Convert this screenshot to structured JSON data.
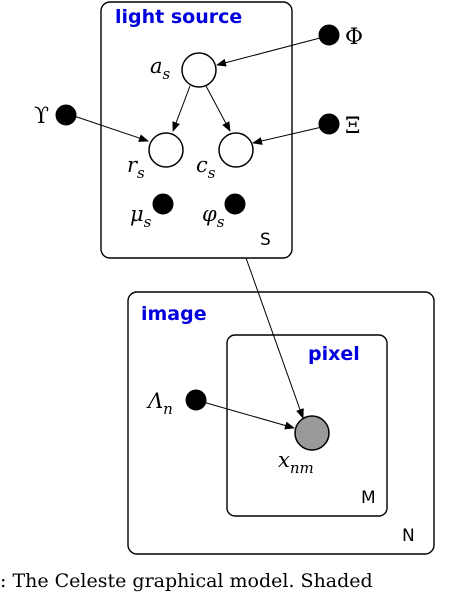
{
  "plates": {
    "light_source": {
      "title": "light source",
      "index": "S"
    },
    "image": {
      "title": "image",
      "index": "N"
    },
    "pixel": {
      "title": "pixel",
      "index": "M"
    }
  },
  "nodes": {
    "a_s": {
      "symbol": "a",
      "sub": "s"
    },
    "r_s": {
      "symbol": "r",
      "sub": "s"
    },
    "c_s": {
      "symbol": "c",
      "sub": "s"
    },
    "mu_s": {
      "symbol": "μ",
      "sub": "s"
    },
    "phi_s": {
      "symbol": "φ",
      "sub": "s"
    },
    "Phi": {
      "symbol": "Φ"
    },
    "Upsilon": {
      "symbol": "ϒ"
    },
    "Xi": {
      "symbol": "Ξ"
    },
    "Lambda_n": {
      "symbol": "Λ",
      "sub": "n"
    },
    "x_nm": {
      "symbol": "x",
      "sub": "nm"
    }
  },
  "colors": {
    "plate_title": "#0000dd",
    "observed_fill": "#9a9a9a",
    "parameter_fill": "#000000"
  },
  "caption": ": The Celeste graphical model. Shaded"
}
